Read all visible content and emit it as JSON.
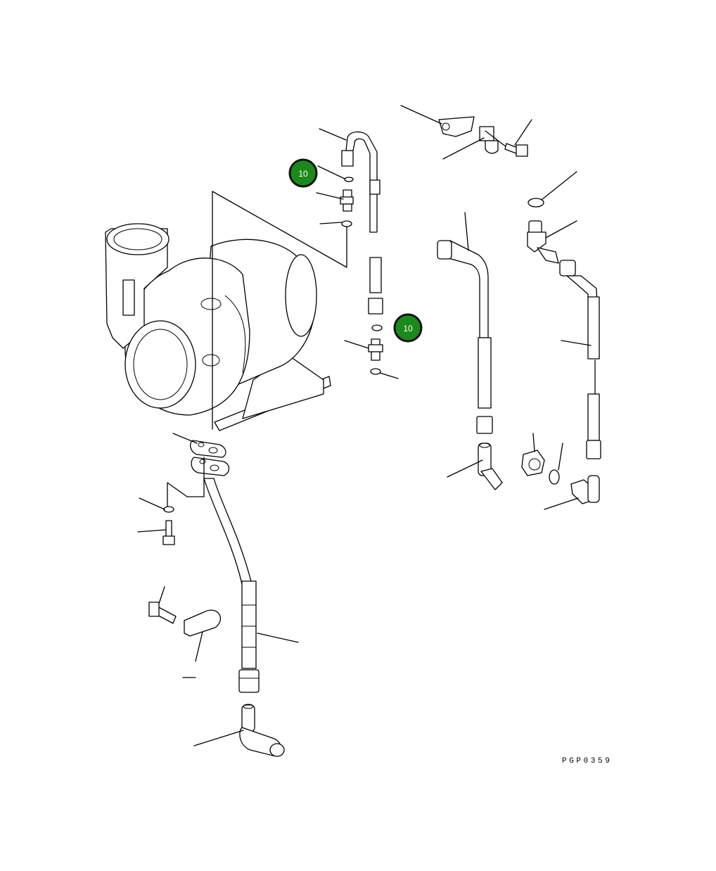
{
  "diagram": {
    "drawing_code": "PGP0359",
    "callouts": [
      {
        "label": "10"
      },
      {
        "label": "10"
      }
    ]
  }
}
